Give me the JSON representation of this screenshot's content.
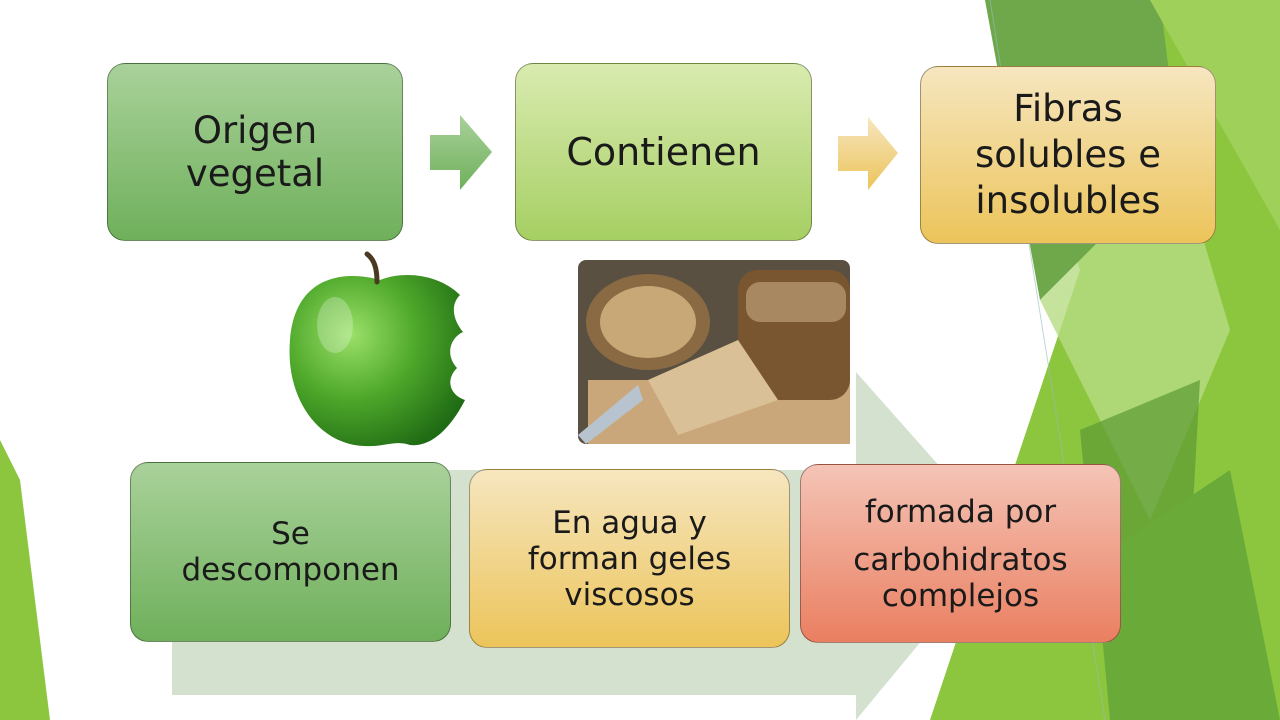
{
  "diagram": {
    "top_row": [
      {
        "lines": [
          "Origen",
          "vegetal"
        ]
      },
      {
        "lines": [
          "Contienen"
        ]
      },
      {
        "lines": [
          "Fibras",
          "solubles e",
          "insolubles"
        ]
      }
    ],
    "bottom_row": [
      {
        "lines": [
          "Se",
          "descomponen"
        ]
      },
      {
        "lines": [
          "En agua y",
          "forman geles",
          "viscosos"
        ]
      },
      {
        "lines": [
          "formada por",
          "carbohidratos",
          "complejos"
        ]
      }
    ]
  },
  "images": {
    "apple": "bitten-green-apple",
    "bread": "whole-grain-bread-loaves"
  },
  "colors": {
    "green_box": "#6fb05b",
    "lime_box": "#a6cf63",
    "yellow_box": "#ecc45a",
    "salmon_box": "#ea7f61",
    "theme_green": "#8cc63f"
  }
}
